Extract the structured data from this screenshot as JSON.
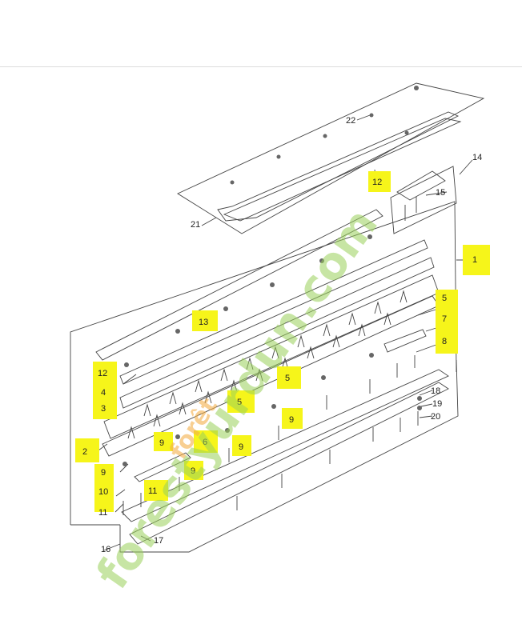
{
  "labels": {
    "l1": "1",
    "l2": "2",
    "l3": "3",
    "l4": "4",
    "l5a": "5",
    "l5b": "5",
    "l5c": "5",
    "l6": "6",
    "l7": "7",
    "l8": "8",
    "l9a": "9",
    "l9b": "9",
    "l9c": "9",
    "l9d": "9",
    "l9e": "9",
    "l10": "10",
    "l11a": "11",
    "l11b": "11",
    "l12a": "12",
    "l12b": "12",
    "l13": "13",
    "l14": "14",
    "l15": "15",
    "l16": "16",
    "l17": "17",
    "l18": "18",
    "l19": "19",
    "l20": "20",
    "l21": "21",
    "l22": "22"
  },
  "watermark": {
    "green_text": "forestyurdun.com",
    "orange_text": "forêt"
  },
  "colors": {
    "highlight": "#f6f51a",
    "line": "#444444",
    "watermark_green": "#9bd15a"
  }
}
